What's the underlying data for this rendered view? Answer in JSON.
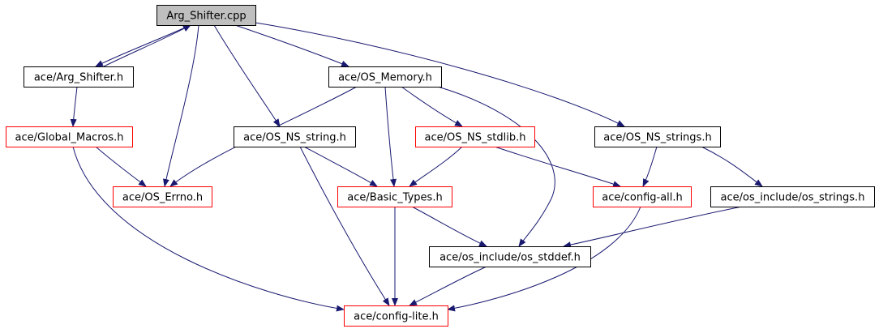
{
  "diagram": {
    "nodes": [
      {
        "id": "arg_shifter_cpp",
        "label": "Arg_Shifter.cpp",
        "style": "root"
      },
      {
        "id": "arg_shifter_h",
        "label": "ace/Arg_Shifter.h",
        "style": "normal"
      },
      {
        "id": "os_memory_h",
        "label": "ace/OS_Memory.h",
        "style": "normal"
      },
      {
        "id": "global_macros_h",
        "label": "ace/Global_Macros.h",
        "style": "red"
      },
      {
        "id": "os_ns_string_h",
        "label": "ace/OS_NS_string.h",
        "style": "normal"
      },
      {
        "id": "os_ns_stdlib_h",
        "label": "ace/OS_NS_stdlib.h",
        "style": "red"
      },
      {
        "id": "os_ns_strings_h",
        "label": "ace/OS_NS_strings.h",
        "style": "normal"
      },
      {
        "id": "os_errno_h",
        "label": "ace/OS_Errno.h",
        "style": "red"
      },
      {
        "id": "basic_types_h",
        "label": "ace/Basic_Types.h",
        "style": "red"
      },
      {
        "id": "config_all_h",
        "label": "ace/config-all.h",
        "style": "red"
      },
      {
        "id": "os_strings_h",
        "label": "ace/os_include/os_strings.h",
        "style": "normal"
      },
      {
        "id": "os_stddef_h",
        "label": "ace/os_include/os_stddef.h",
        "style": "normal"
      },
      {
        "id": "config_lite_h",
        "label": "ace/config-lite.h",
        "style": "red"
      }
    ],
    "edges": [
      {
        "from": "arg_shifter_cpp",
        "to": "arg_shifter_h"
      },
      {
        "from": "arg_shifter_h",
        "to": "arg_shifter_cpp"
      },
      {
        "from": "arg_shifter_cpp",
        "to": "os_errno_h"
      },
      {
        "from": "arg_shifter_cpp",
        "to": "os_ns_string_h"
      },
      {
        "from": "arg_shifter_cpp",
        "to": "os_memory_h"
      },
      {
        "from": "arg_shifter_cpp",
        "to": "os_ns_strings_h"
      },
      {
        "from": "arg_shifter_h",
        "to": "global_macros_h"
      },
      {
        "from": "global_macros_h",
        "to": "os_errno_h"
      },
      {
        "from": "global_macros_h",
        "to": "config_lite_h"
      },
      {
        "from": "os_memory_h",
        "to": "os_errno_h"
      },
      {
        "from": "os_memory_h",
        "to": "basic_types_h"
      },
      {
        "from": "os_memory_h",
        "to": "os_ns_stdlib_h"
      },
      {
        "from": "os_memory_h",
        "to": "os_stddef_h"
      },
      {
        "from": "os_ns_string_h",
        "to": "basic_types_h"
      },
      {
        "from": "os_ns_string_h",
        "to": "config_lite_h"
      },
      {
        "from": "os_ns_stdlib_h",
        "to": "basic_types_h"
      },
      {
        "from": "os_ns_stdlib_h",
        "to": "config_all_h"
      },
      {
        "from": "os_ns_strings_h",
        "to": "config_all_h"
      },
      {
        "from": "os_ns_strings_h",
        "to": "os_strings_h"
      },
      {
        "from": "basic_types_h",
        "to": "config_lite_h"
      },
      {
        "from": "basic_types_h",
        "to": "os_stddef_h"
      },
      {
        "from": "config_all_h",
        "to": "config_lite_h"
      },
      {
        "from": "os_strings_h",
        "to": "os_stddef_h"
      },
      {
        "from": "os_stddef_h",
        "to": "config_lite_h"
      }
    ]
  },
  "colors": {
    "edge": "#191970",
    "root_fill": "#bfbfbf",
    "normal_border": "#000000",
    "red_border": "#ff0000",
    "text": "#000000"
  }
}
